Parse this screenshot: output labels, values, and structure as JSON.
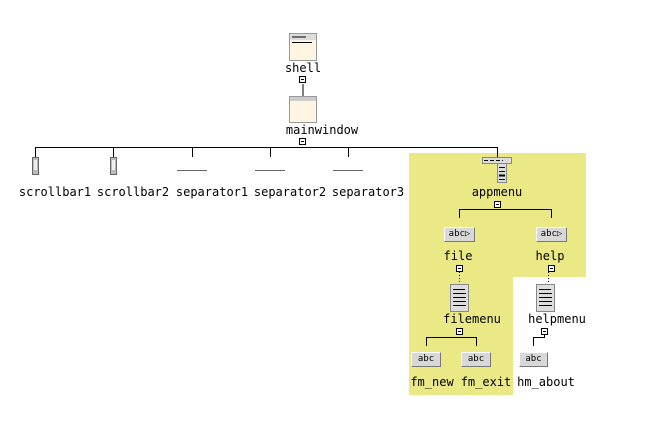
{
  "nodes": {
    "shell": "shell",
    "mainwindow": "mainwindow",
    "scrollbar1": "scrollbar1",
    "scrollbar2": "scrollbar2",
    "separator1": "separator1",
    "separator2": "separator2",
    "separator3": "separator3",
    "appmenu": "appmenu",
    "file": "file",
    "help": "help",
    "filemenu": "filemenu",
    "helpmenu": "helpmenu",
    "fm_new": "fm_new",
    "fm_exit": "fm_exit",
    "hm_about": "hm_about"
  },
  "icons": {
    "cascade_text": "abc▷",
    "button_text": "abc"
  },
  "colors": {
    "highlight": "#ebe985",
    "icon_fill": "#fdf5e2"
  }
}
